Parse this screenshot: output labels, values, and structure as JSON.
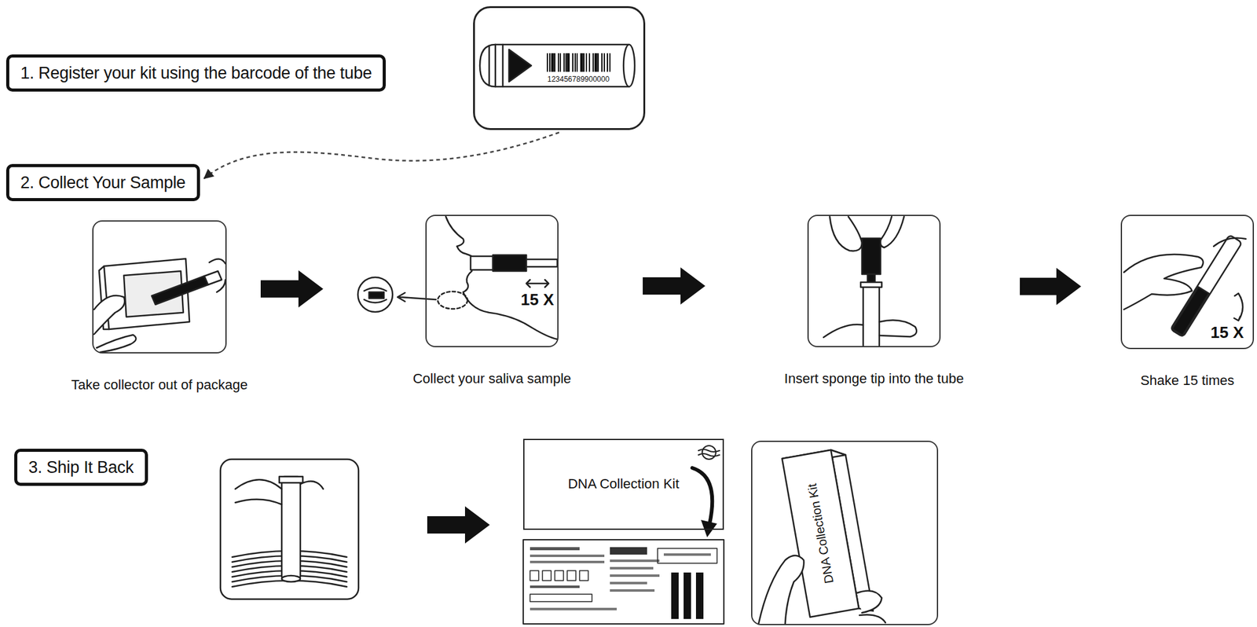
{
  "diagram": {
    "nodes": [
      {
        "text": [
          "1. Register your kit using the barcode of the tube"
        ]
      },
      {
        "text": [
          "123456789900000"
        ]
      },
      {
        "text": [
          "2. Collect Your Sample"
        ]
      },
      {
        "text": [
          "Take collector out of package"
        ]
      },
      {
        "text": [
          "15 X",
          "Collect your saliva sample"
        ]
      },
      {
        "text": [
          "Insert sponge tip into the tube"
        ]
      },
      {
        "text": [
          "15 X",
          "Shake 15 times"
        ]
      },
      {
        "text": [
          "3. Ship It Back"
        ]
      },
      {
        "text": [
          "DNA Collection Kit"
        ]
      },
      {
        "text": [
          "DNA Collection Kit"
        ]
      }
    ],
    "edges": [
      {
        "from": 1,
        "to": 2,
        "arrow": "to"
      },
      {
        "from": 3,
        "to": 4,
        "arrow": "to"
      },
      {
        "from": 4,
        "to": 5,
        "arrow": "to"
      },
      {
        "from": 5,
        "to": 6,
        "arrow": "to"
      }
    ]
  }
}
